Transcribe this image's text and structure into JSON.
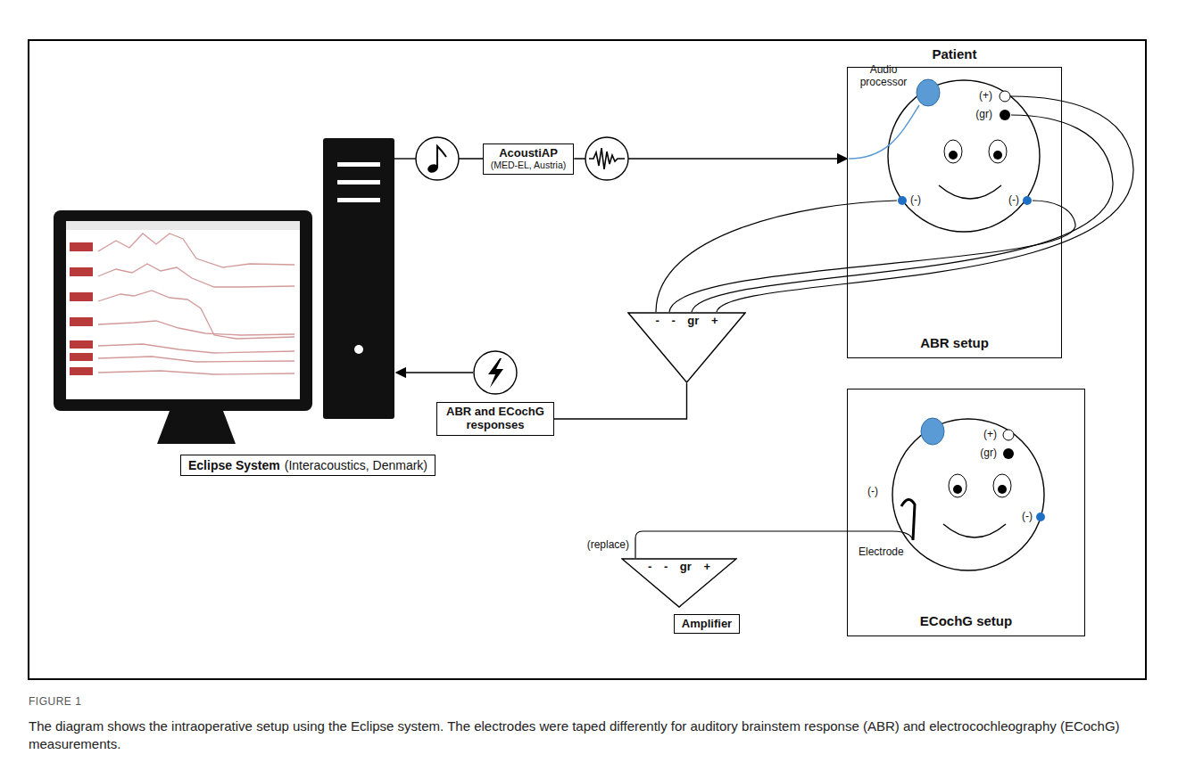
{
  "diagram": {
    "caption": "The diagram shows the intraoperative setup using the Eclipse system. The electrodes were taped differently for auditory brainstem response (ABR) and electrocochleography (ECochG) measurements.",
    "nodes": [
      {
        "text": [
          "Eclipse System",
          "(Interacoustics, Denmark)"
        ]
      },
      {
        "text": [
          "AcoustiAP",
          "(MED-EL, Austria)"
        ]
      },
      {
        "text": [
          "Patient",
          "ABR setup"
        ]
      },
      {
        "text": [
          "- - gr +"
        ]
      },
      {
        "text": [
          "ABR and ECochG responses"
        ]
      },
      {
        "text": [
          "ECochG setup"
        ]
      },
      {
        "text": [
          "- - gr +"
        ]
      },
      {
        "text": [
          "Amplifier"
        ]
      }
    ],
    "edges": [
      {
        "from": 1,
        "to": 2,
        "arrow": "to"
      },
      {
        "from": 3,
        "to": 4,
        "arrow": "none"
      }
    ],
    "labels": [
      "Audio processor",
      "(+)",
      "(gr)",
      "(-)",
      "(-)",
      "(replace)",
      "(+)",
      "(gr)",
      "(-)",
      "(-)",
      "Electrode",
      "FIGURE 1"
    ]
  }
}
